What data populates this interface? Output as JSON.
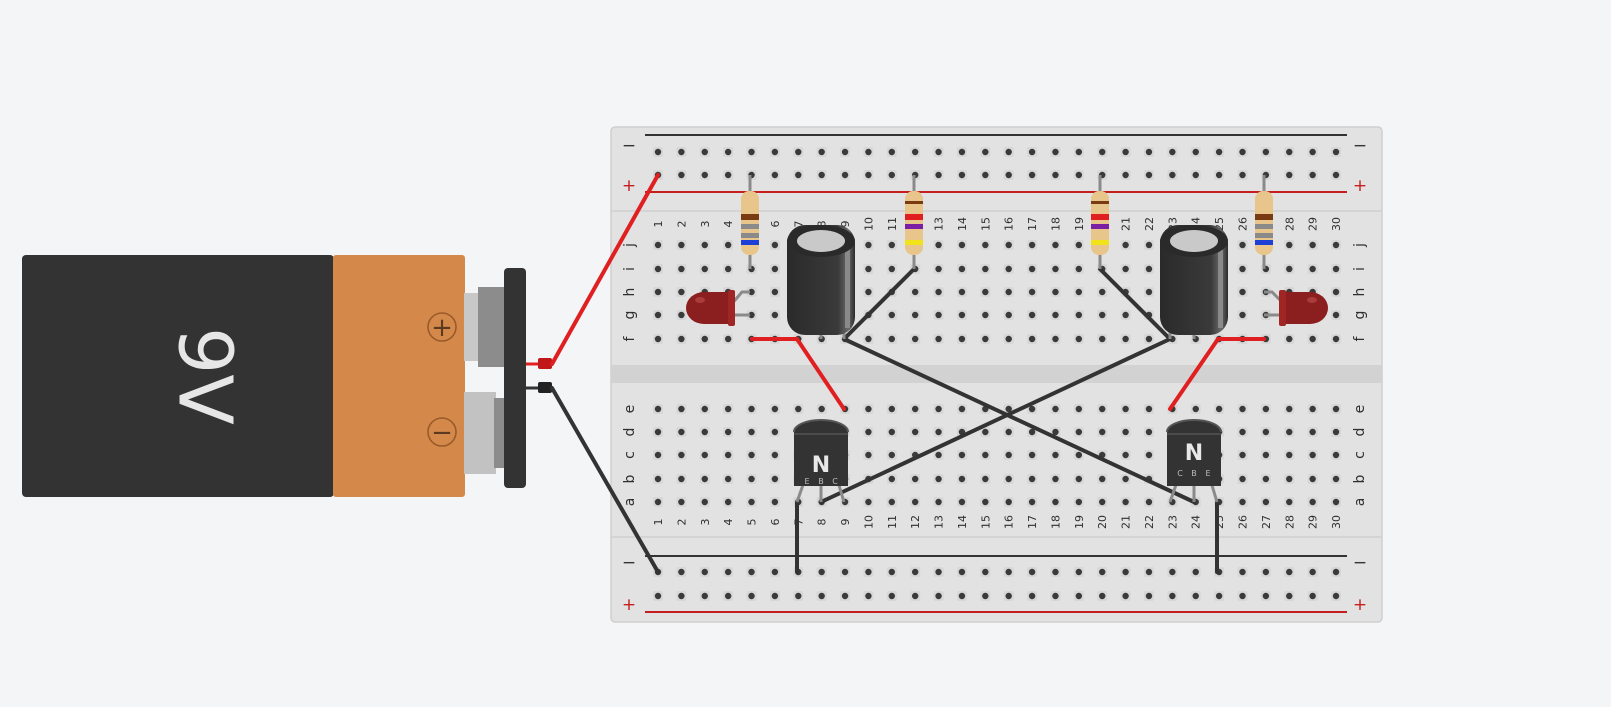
{
  "battery": {
    "label": "9V",
    "plus_symbol": "+",
    "minus_symbol": "−",
    "body_color": "#333333",
    "band_color": "#d4894a"
  },
  "breadboard": {
    "columns": 30,
    "row_letters_top": [
      "j",
      "i",
      "h",
      "g",
      "f"
    ],
    "row_letters_bottom": [
      "e",
      "d",
      "c",
      "b",
      "a"
    ],
    "rail_minus": "−",
    "rail_plus": "+",
    "rail_minus_color": "#333333",
    "rail_plus_color": "#c41e1e"
  },
  "components": {
    "transistor_left_label": "N",
    "transistor_left_pins": [
      "E",
      "B",
      "C"
    ],
    "transistor_right_label": "N",
    "transistor_right_pins": [
      "C",
      "B",
      "E"
    ],
    "led_color": "#8b1e1e",
    "wire_red": "#e02020",
    "wire_black": "#333333"
  }
}
